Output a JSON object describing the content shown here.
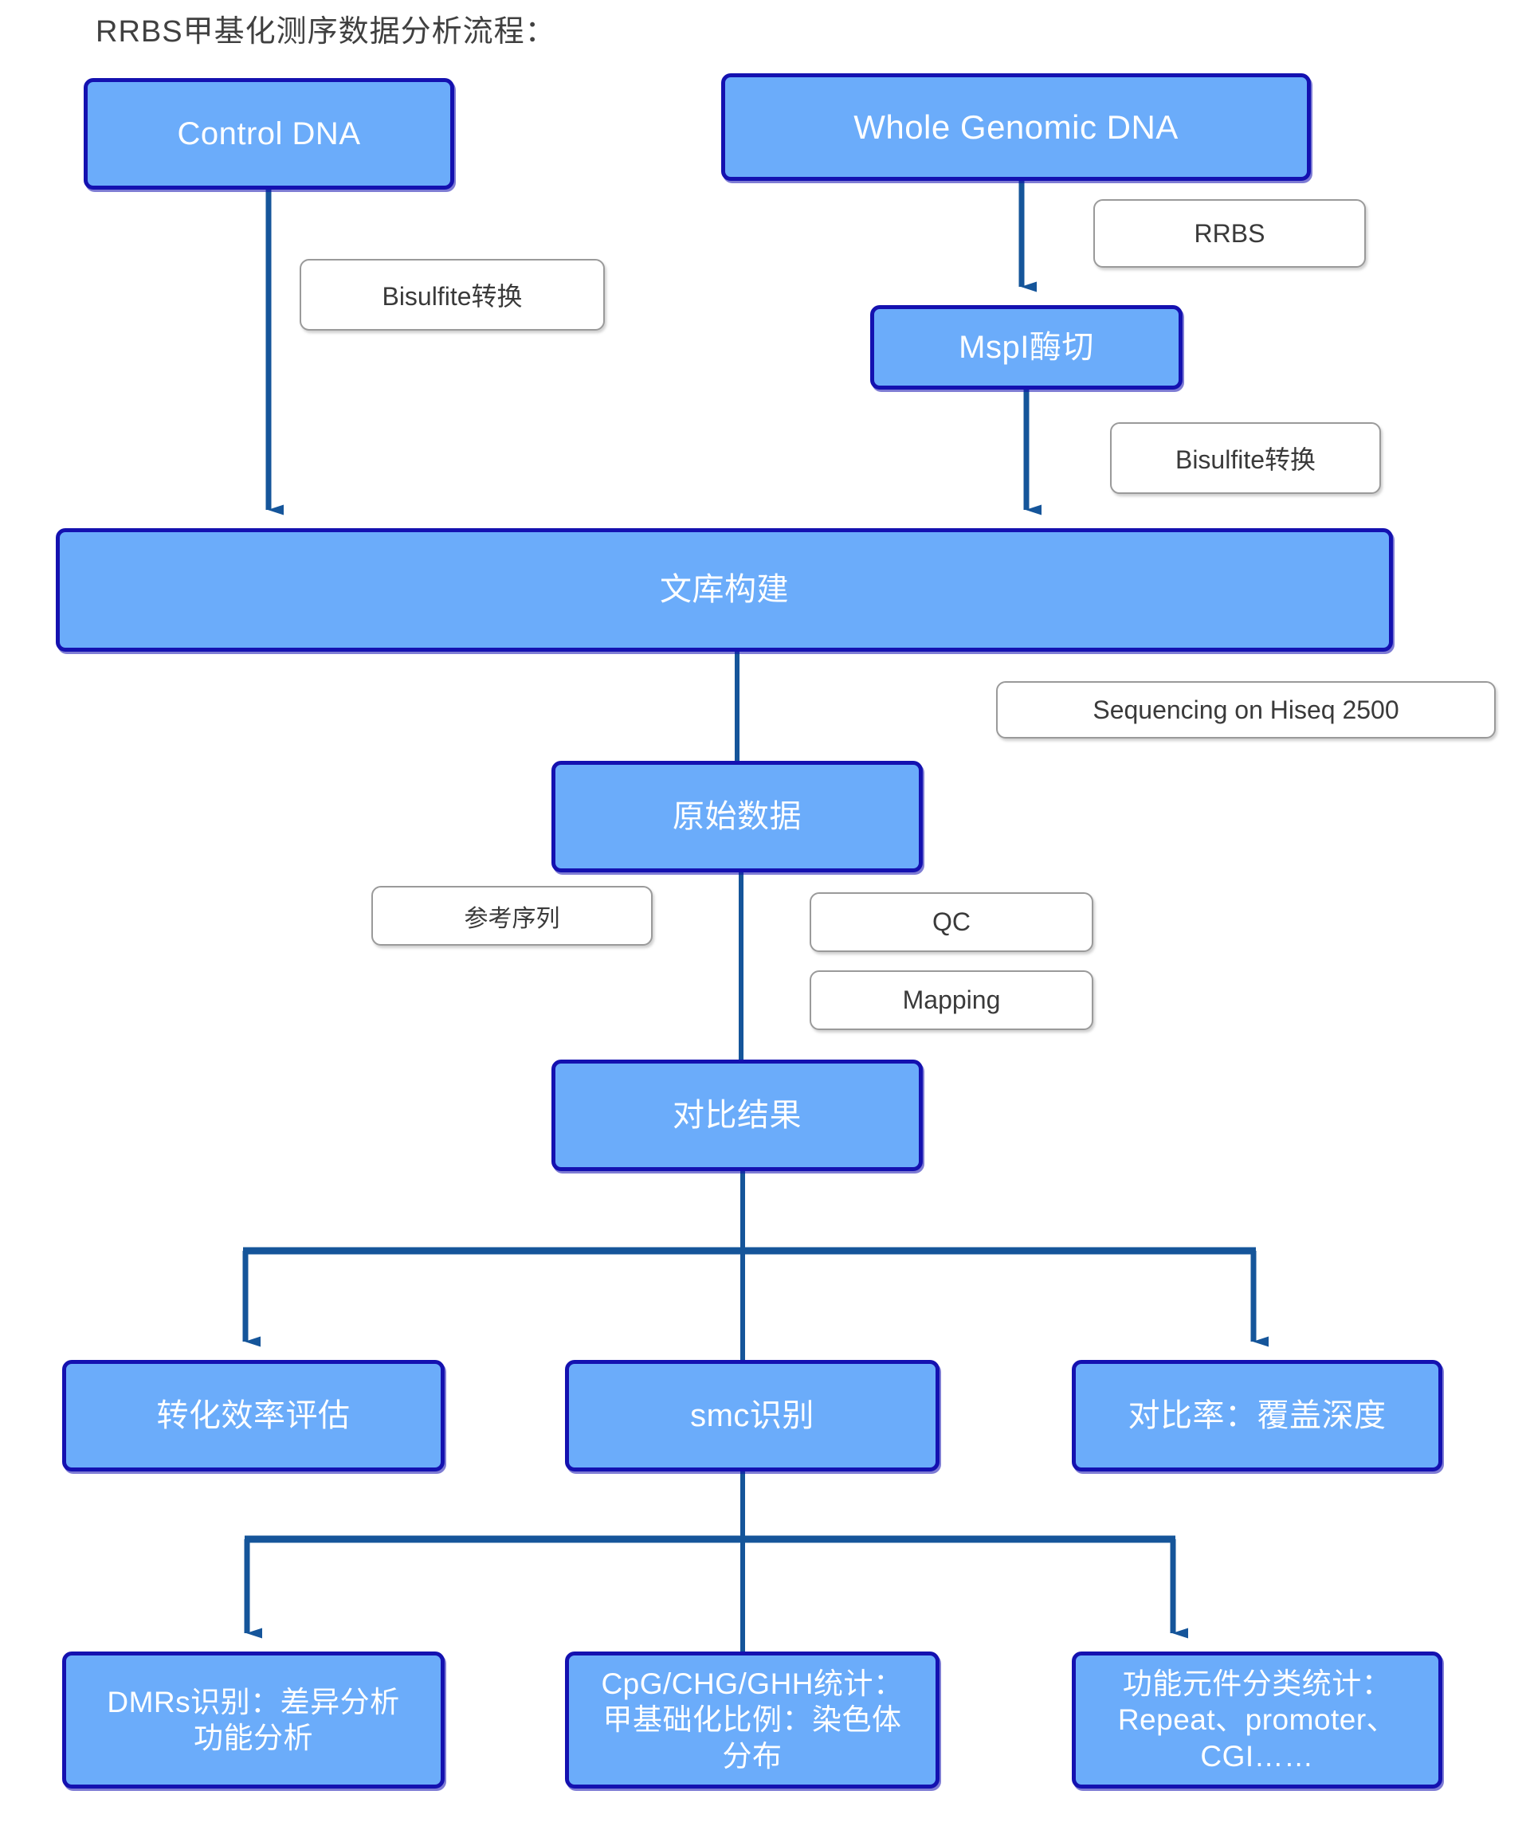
{
  "title": "RRBS甲基化测序数据分析流程：",
  "colors": {
    "node_fill": "#6BACFA",
    "node_border": "#1411B0",
    "edge": "#15559A",
    "tag_border": "#9A9A9A",
    "title_text": "#404040",
    "node_text": "#FFFFFF"
  },
  "nodes": {
    "control_dna": "Control DNA",
    "whole_genomic_dna": "Whole Genomic DNA",
    "mspl_digestion": "MspI酶切",
    "library_construction": "文库构建",
    "raw_data": "原始数据",
    "alignment_result": "对比结果",
    "conversion_efficiency": "转化效率评估",
    "smc_identification": "smc识别",
    "map_rate": "对比率：覆盖深度",
    "dmrs": "DMRs识别：差异分析\n功能分析",
    "cpg_stats": "CpG/CHG/GHH统计：\n甲基础化比例：染色体\n分布",
    "functional_elements": "功能元件分类统计：\nRepeat、promoter、\nCGI……"
  },
  "tags": {
    "bisulfite_left": "Bisulfite转换",
    "rrbs": "RRBS",
    "bisulfite_right": "Bisulfite转换",
    "sequencing": "Sequencing on Hiseq 2500",
    "reference_sequence": "参考序列",
    "qc": "QC",
    "mapping": "Mapping"
  }
}
